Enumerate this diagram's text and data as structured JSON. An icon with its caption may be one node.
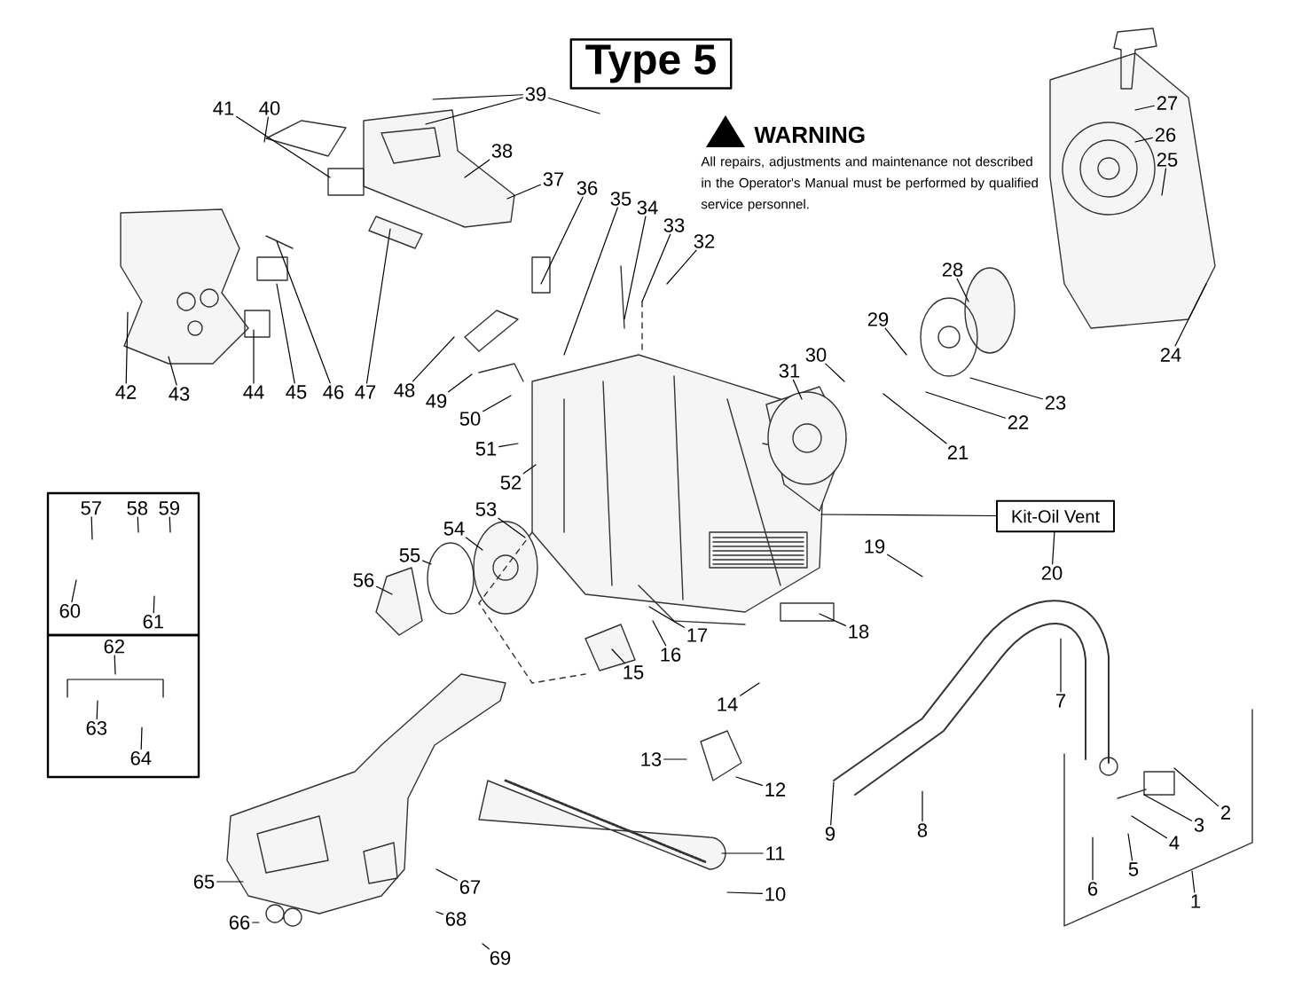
{
  "diagram": {
    "title": "Type 5",
    "nodes": [
      {
        "text": [
          "Kit-Oil Vent"
        ]
      },
      {
        "text": [],
        "shape": "box"
      },
      {
        "text": [],
        "shape": "box"
      },
      {
        "text": [
          "1"
        ]
      },
      {
        "text": [
          "2"
        ]
      },
      {
        "text": [
          "3"
        ]
      },
      {
        "text": [
          "4"
        ]
      },
      {
        "text": [
          "5"
        ]
      },
      {
        "text": [
          "6"
        ]
      },
      {
        "text": [
          "7"
        ]
      },
      {
        "text": [
          "8"
        ]
      },
      {
        "text": [
          "9"
        ]
      },
      {
        "text": [
          "10"
        ]
      },
      {
        "text": [
          "11"
        ]
      },
      {
        "text": [
          "12"
        ]
      },
      {
        "text": [
          "13"
        ]
      },
      {
        "text": [
          "14"
        ]
      },
      {
        "text": [
          "15"
        ]
      },
      {
        "text": [
          "16"
        ]
      },
      {
        "text": [
          "17"
        ]
      },
      {
        "text": [
          "18"
        ]
      },
      {
        "text": [
          "19"
        ]
      },
      {
        "text": [
          "20"
        ]
      },
      {
        "text": [
          "21"
        ]
      },
      {
        "text": [
          "22"
        ]
      },
      {
        "text": [
          "23"
        ]
      },
      {
        "text": [
          "24"
        ]
      },
      {
        "text": [
          "25"
        ]
      },
      {
        "text": [
          "26"
        ]
      },
      {
        "text": [
          "27"
        ]
      },
      {
        "text": [
          "28"
        ]
      },
      {
        "text": [
          "29"
        ]
      },
      {
        "text": [
          "30"
        ]
      },
      {
        "text": [
          "31"
        ]
      },
      {
        "text": [
          "32"
        ]
      },
      {
        "text": [
          "33"
        ]
      },
      {
        "text": [
          "34"
        ]
      },
      {
        "text": [
          "35"
        ]
      },
      {
        "text": [
          "36"
        ]
      },
      {
        "text": [
          "37"
        ]
      },
      {
        "text": [
          "38"
        ]
      },
      {
        "text": [
          "39"
        ]
      },
      {
        "text": [
          "40"
        ]
      },
      {
        "text": [
          "41"
        ]
      },
      {
        "text": [
          "42"
        ]
      },
      {
        "text": [
          "43"
        ]
      },
      {
        "text": [
          "44"
        ]
      },
      {
        "text": [
          "45"
        ]
      },
      {
        "text": [
          "46"
        ]
      },
      {
        "text": [
          "47"
        ]
      },
      {
        "text": [
          "48"
        ]
      },
      {
        "text": [
          "49"
        ]
      },
      {
        "text": [
          "50"
        ]
      },
      {
        "text": [
          "51"
        ]
      },
      {
        "text": [
          "52"
        ]
      },
      {
        "text": [
          "53"
        ]
      },
      {
        "text": [
          "54"
        ]
      },
      {
        "text": [
          "55"
        ]
      },
      {
        "text": [
          "56"
        ]
      },
      {
        "text": [
          "57"
        ],
        "in": 1
      },
      {
        "text": [
          "58"
        ],
        "in": 1
      },
      {
        "text": [
          "59"
        ],
        "in": 1
      },
      {
        "text": [
          "60"
        ],
        "in": 1
      },
      {
        "text": [
          "61"
        ],
        "in": 1
      },
      {
        "text": [
          "62"
        ],
        "in": 2
      },
      {
        "text": [
          "63"
        ],
        "in": 2
      },
      {
        "text": [
          "64"
        ],
        "in": 2
      },
      {
        "text": [
          "65"
        ]
      },
      {
        "text": [
          "66"
        ]
      },
      {
        "text": [
          "67"
        ]
      },
      {
        "text": [
          "68"
        ]
      },
      {
        "text": [
          "69"
        ]
      }
    ],
    "edges": [
      {
        "from": 3,
        "to": null,
        "arrow": "none"
      },
      {
        "from": 4,
        "to": null,
        "arrow": "none"
      },
      {
        "from": 5,
        "to": null,
        "arrow": "none"
      },
      {
        "from": 6,
        "to": null,
        "arrow": "none"
      },
      {
        "from": 7,
        "to": null,
        "arrow": "none"
      },
      {
        "from": 8,
        "to": null,
        "arrow": "none"
      },
      {
        "from": 9,
        "to": null,
        "arrow": "none"
      },
      {
        "from": 10,
        "to": null,
        "arrow": "none"
      },
      {
        "from": 11,
        "to": null,
        "arrow": "none"
      },
      {
        "from": 12,
        "to": null,
        "arrow": "none"
      },
      {
        "from": 13,
        "to": null,
        "arrow": "none"
      },
      {
        "from": 14,
        "to": null,
        "arrow": "none"
      },
      {
        "from": 15,
        "to": null,
        "arrow": "none"
      },
      {
        "from": 16,
        "to": null,
        "arrow": "none"
      },
      {
        "from": 17,
        "to": null,
        "arrow": "none"
      },
      {
        "from": 18,
        "to": null,
        "arrow": "none"
      },
      {
        "from": 19,
        "to": null,
        "arrow": "none"
      },
      {
        "from": 20,
        "to": null,
        "arrow": "none"
      },
      {
        "from": 21,
        "to": null,
        "arrow": "none"
      },
      {
        "from": 22,
        "to": 0,
        "arrow": "none"
      },
      {
        "from": 23,
        "to": null,
        "arrow": "none"
      },
      {
        "from": 24,
        "to": null,
        "arrow": "none"
      },
      {
        "from": 25,
        "to": null,
        "arrow": "none"
      },
      {
        "from": 26,
        "to": null,
        "arrow": "none"
      },
      {
        "from": 27,
        "to": null,
        "arrow": "none"
      },
      {
        "from": 28,
        "to": null,
        "arrow": "none"
      },
      {
        "from": 29,
        "to": null,
        "arrow": "none"
      },
      {
        "from": 30,
        "to": null,
        "arrow": "none"
      },
      {
        "from": 31,
        "to": null,
        "arrow": "none"
      },
      {
        "from": 32,
        "to": null,
        "arrow": "none"
      },
      {
        "from": 33,
        "to": null,
        "arrow": "none"
      },
      {
        "from": 34,
        "to": null,
        "arrow": "none"
      },
      {
        "from": 35,
        "to": null,
        "arrow": "none"
      },
      {
        "from": 36,
        "to": null,
        "arrow": "none"
      },
      {
        "from": 37,
        "to": null,
        "arrow": "none"
      },
      {
        "from": 38,
        "to": null,
        "arrow": "none"
      },
      {
        "from": 39,
        "to": null,
        "arrow": "none"
      },
      {
        "from": 40,
        "to": null,
        "arrow": "none"
      },
      {
        "from": 41,
        "to": null,
        "arrow": "none"
      },
      {
        "from": 42,
        "to": null,
        "arrow": "none"
      },
      {
        "from": 43,
        "to": null,
        "arrow": "none"
      },
      {
        "from": 44,
        "to": null,
        "arrow": "none"
      },
      {
        "from": 45,
        "to": null,
        "arrow": "none"
      },
      {
        "from": 46,
        "to": null,
        "arrow": "none"
      },
      {
        "from": 47,
        "to": null,
        "arrow": "none"
      },
      {
        "from": 48,
        "to": null,
        "arrow": "none"
      },
      {
        "from": 49,
        "to": null,
        "arrow": "none"
      },
      {
        "from": 50,
        "to": null,
        "arrow": "none"
      },
      {
        "from": 51,
        "to": null,
        "arrow": "none"
      },
      {
        "from": 52,
        "to": null,
        "arrow": "none"
      },
      {
        "from": 53,
        "to": null,
        "arrow": "none"
      },
      {
        "from": 54,
        "to": null,
        "arrow": "none"
      },
      {
        "from": 55,
        "to": null,
        "arrow": "none"
      },
      {
        "from": 56,
        "to": null,
        "arrow": "none"
      },
      {
        "from": 57,
        "to": null,
        "arrow": "none"
      },
      {
        "from": 58,
        "to": null,
        "arrow": "none"
      },
      {
        "from": 59,
        "to": null,
        "arrow": "none"
      },
      {
        "from": 60,
        "to": null,
        "arrow": "none"
      },
      {
        "from": 61,
        "to": null,
        "arrow": "none"
      },
      {
        "from": 62,
        "to": null,
        "arrow": "none"
      },
      {
        "from": 63,
        "to": null,
        "arrow": "none"
      },
      {
        "from": 64,
        "to": null,
        "arrow": "none"
      },
      {
        "from": 65,
        "to": null,
        "arrow": "none"
      },
      {
        "from": 66,
        "to": null,
        "arrow": "none"
      },
      {
        "from": 67,
        "to": null,
        "arrow": "none"
      },
      {
        "from": 68,
        "to": null,
        "arrow": "none"
      },
      {
        "from": 69,
        "to": null,
        "arrow": "none"
      },
      {
        "from": 70,
        "to": null,
        "arrow": "none"
      },
      {
        "from": 71,
        "to": null,
        "arrow": "none"
      },
      {
        "from": 0,
        "to": null,
        "arrow": "none"
      },
      {
        "from": 41,
        "to": null,
        "arrow": "none"
      },
      {
        "from": 41,
        "to": null,
        "arrow": "none"
      }
    ],
    "labels": [
      "WARNING",
      "All repairs, adjustments and maintenance not described in the Operator's Manual must be performed by qualified service personnel."
    ]
  }
}
